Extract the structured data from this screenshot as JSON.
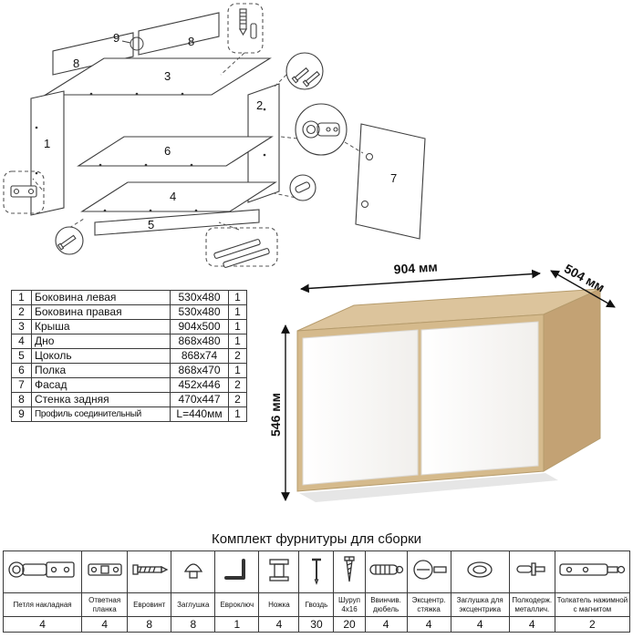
{
  "diagram": {
    "labels": {
      "p1": "1",
      "p2": "2",
      "p3": "3",
      "p4": "4",
      "p5": "5",
      "p6": "6",
      "p7": "7",
      "p8a": "8",
      "p8b": "8",
      "p9": "9"
    }
  },
  "render": {
    "width_label": "904 мм",
    "depth_label": "504 мм",
    "height_label": "546 мм",
    "colors": {
      "wood_top": "#dcc49c",
      "wood_front": "#d5ba8c",
      "wood_side": "#c3a274",
      "door": "#fbfbfb"
    }
  },
  "parts_table": {
    "rows": [
      {
        "num": "1",
        "name": "Боковина левая",
        "size": "530x480",
        "qty": "1"
      },
      {
        "num": "2",
        "name": "Боковина правая",
        "size": "530x480",
        "qty": "1"
      },
      {
        "num": "3",
        "name": "Крыша",
        "size": "904x500",
        "qty": "1"
      },
      {
        "num": "4",
        "name": "Дно",
        "size": "868x480",
        "qty": "1"
      },
      {
        "num": "5",
        "name": "Цоколь",
        "size": "868x74",
        "qty": "2"
      },
      {
        "num": "6",
        "name": "Полка",
        "size": "868x470",
        "qty": "1"
      },
      {
        "num": "7",
        "name": "Фасад",
        "size": "452x446",
        "qty": "2"
      },
      {
        "num": "8",
        "name": "Стенка задняя",
        "size": "470x447",
        "qty": "2"
      },
      {
        "num": "9",
        "name": "Профиль соединительный",
        "size": "L=440мм",
        "qty": "1"
      }
    ]
  },
  "hardware": {
    "title": "Комплект фурнитуры для сборки",
    "items": [
      {
        "name": "Петля накладная",
        "qty": "4",
        "icon": "hinge-icon"
      },
      {
        "name": "Ответная планка",
        "qty": "4",
        "icon": "strike-plate-icon"
      },
      {
        "name": "Евровинт",
        "qty": "8",
        "icon": "euro-screw-icon"
      },
      {
        "name": "Заглушка",
        "qty": "8",
        "icon": "plug-icon"
      },
      {
        "name": "Евроключ",
        "qty": "1",
        "icon": "hex-key-icon"
      },
      {
        "name": "Ножка",
        "qty": "4",
        "icon": "leg-icon"
      },
      {
        "name": "Гвоздь",
        "qty": "30",
        "icon": "nail-icon"
      },
      {
        "name": "Шуруп 4x16",
        "qty": "20",
        "icon": "screw-icon"
      },
      {
        "name": "Ввинчив. дюбель",
        "qty": "4",
        "icon": "dowel-icon"
      },
      {
        "name": "Эксцентр. стяжка",
        "qty": "4",
        "icon": "cam-lock-icon"
      },
      {
        "name": "Заглушка для эксцентрика",
        "qty": "4",
        "icon": "eccentric-cap-icon"
      },
      {
        "name": "Полкодерж. металлич.",
        "qty": "4",
        "icon": "shelf-support-icon"
      },
      {
        "name": "Толкатель нажимной с магнитом",
        "qty": "2",
        "icon": "push-latch-icon"
      }
    ]
  }
}
